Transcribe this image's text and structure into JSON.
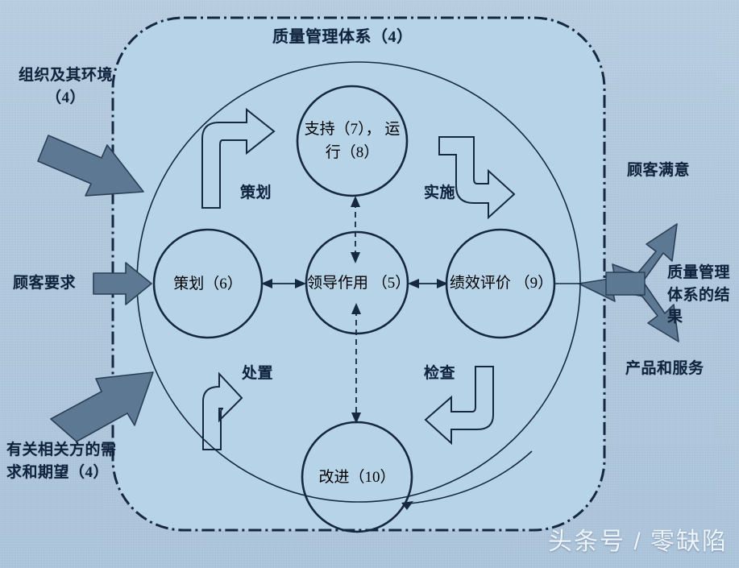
{
  "diagram": {
    "title": "质量管理体系（4）",
    "boundary_name": "quality-management-system-boundary",
    "colors": {
      "background": "#aec6dd",
      "system_fill": "#b6d3e8",
      "stroke": "#16283f",
      "arrow_fill": "#5d7892",
      "text": "#10233c",
      "watermark": "#eef4fa"
    }
  },
  "outer_labels": [
    {
      "id": "organization-context",
      "text": "组织及其环境\n（4）"
    },
    {
      "id": "customer-requirements",
      "text": "顾客要求"
    },
    {
      "id": "interested-parties-needs",
      "text": "有关相关方的需\n求和期望（4）"
    },
    {
      "id": "customer-satisfaction",
      "text": "顾客满意"
    },
    {
      "id": "qms-results",
      "text": "质量管理\n体系的结果"
    },
    {
      "id": "products-and-services",
      "text": "产品和服务"
    }
  ],
  "nodes": [
    {
      "id": "support-operation",
      "text": "支持（7），\n运行（8）",
      "clause": "7,8"
    },
    {
      "id": "planning",
      "text": "策划（6）",
      "clause": "6"
    },
    {
      "id": "leadership",
      "text": "领导作用\n（5）",
      "clause": "5"
    },
    {
      "id": "performance-evaluation",
      "text": "绩效评价\n（9）",
      "clause": "9"
    },
    {
      "id": "improvement",
      "text": "改进（10）",
      "clause": "10"
    }
  ],
  "pdca_labels": [
    {
      "id": "pdca-plan",
      "text": "策划"
    },
    {
      "id": "pdca-do",
      "text": "实施"
    },
    {
      "id": "pdca-check",
      "text": "检查"
    },
    {
      "id": "pdca-act",
      "text": "处置"
    }
  ],
  "watermark": {
    "text": "头条号 / 零缺陷"
  }
}
